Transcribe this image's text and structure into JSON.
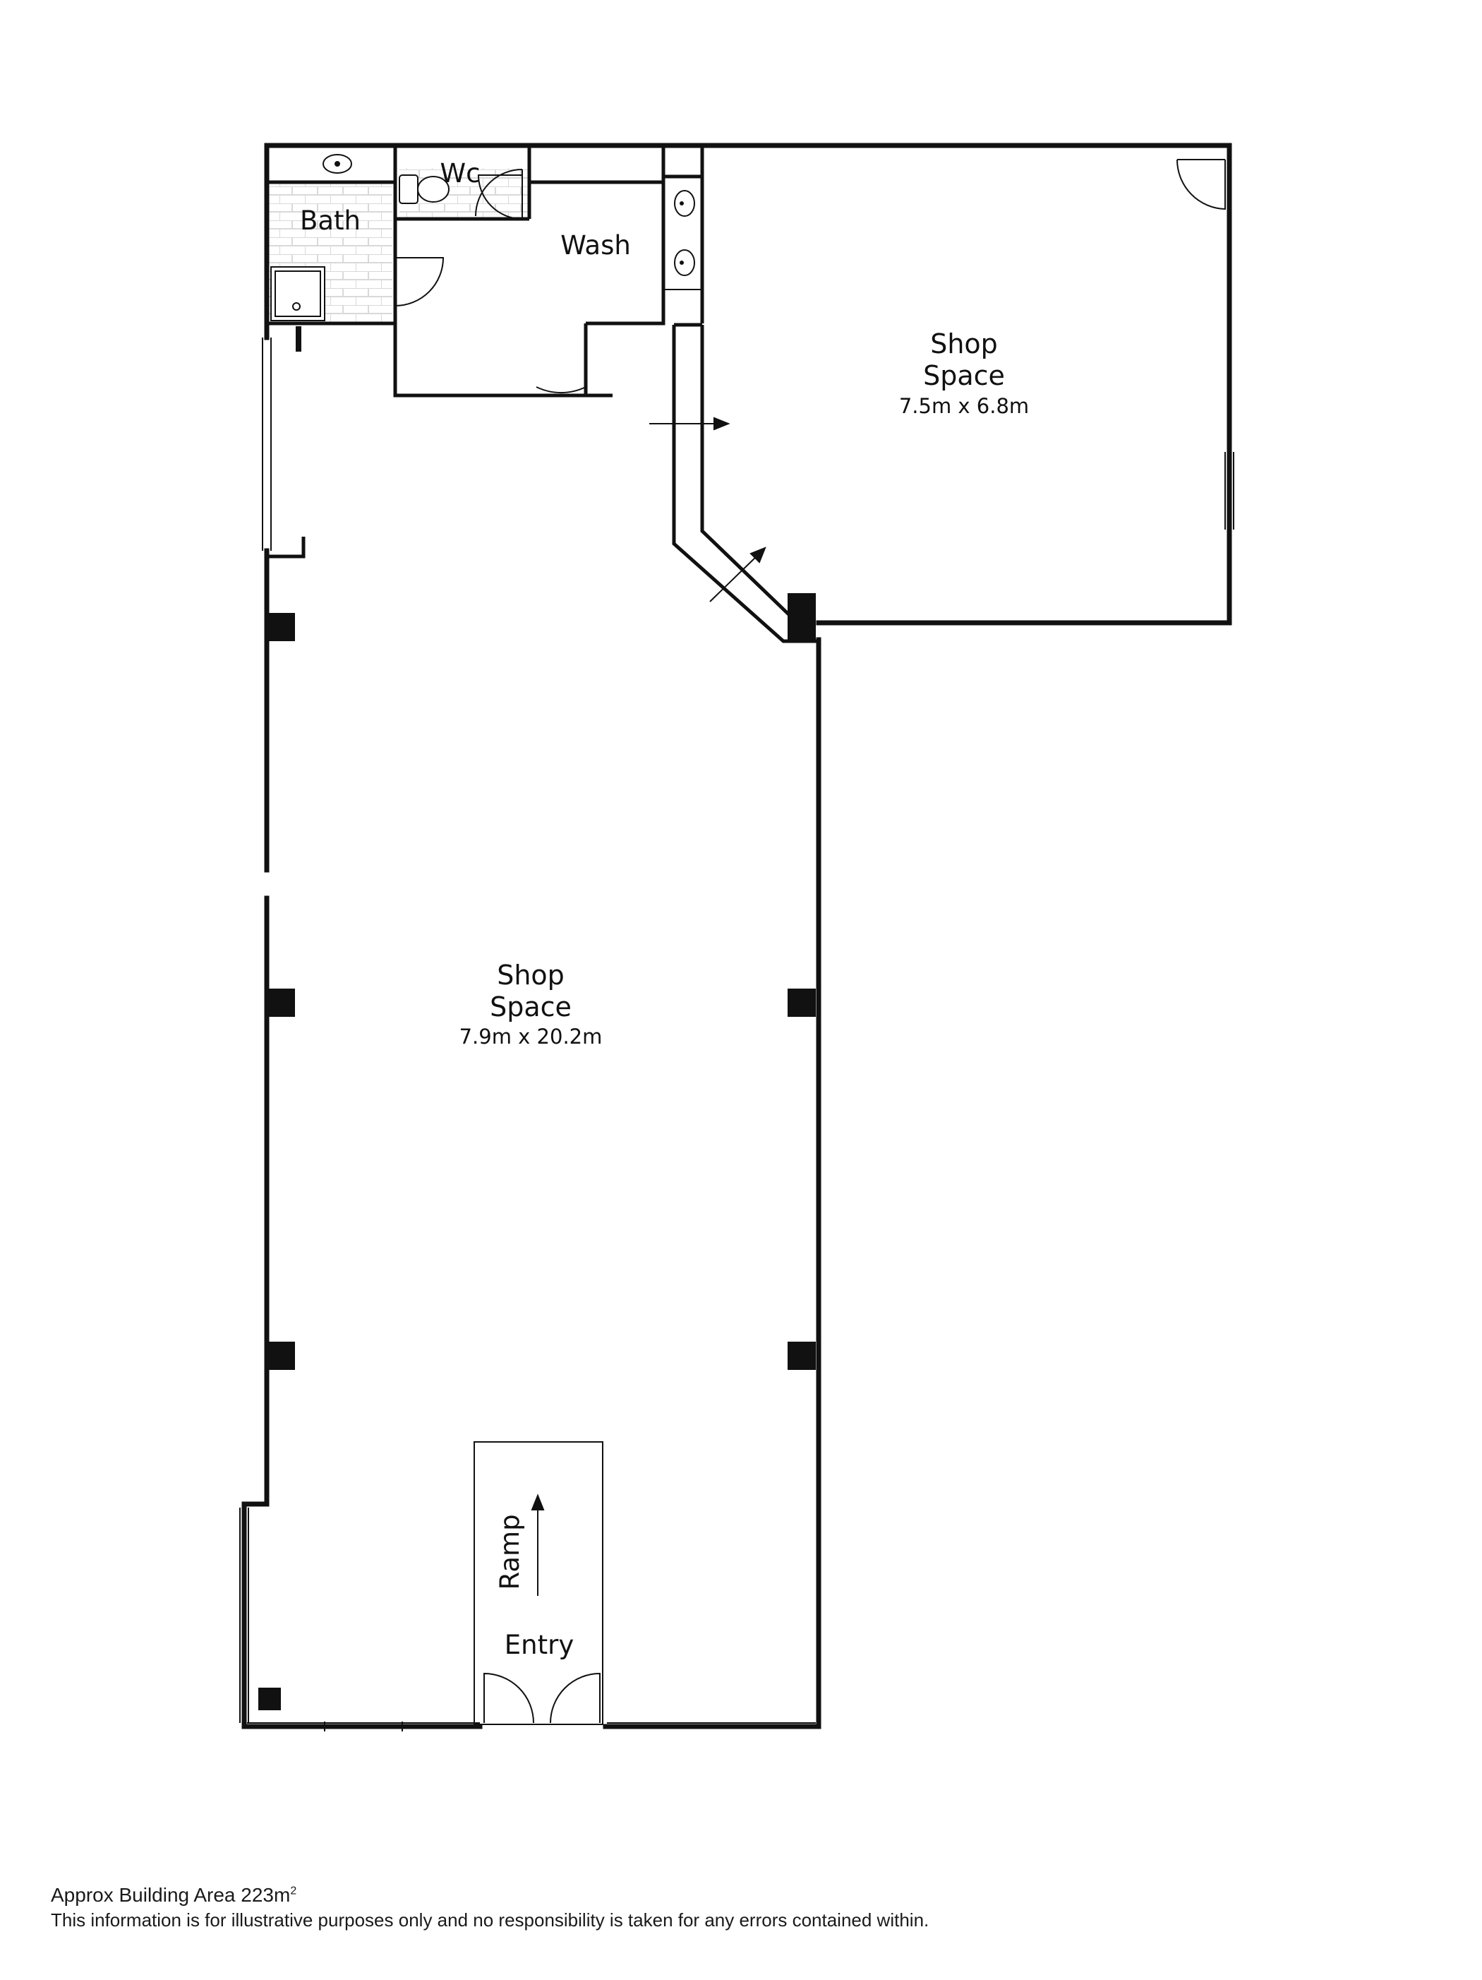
{
  "rooms": {
    "bath": "Bath",
    "wc": "Wc",
    "wash": "Wash",
    "shop_rear": {
      "line1": "Shop",
      "line2": "Space",
      "dims": "7.5m x 6.8m"
    },
    "shop_main": {
      "line1": "Shop",
      "line2": "Space",
      "dims": "7.9m x 20.2m"
    },
    "ramp": "Ramp",
    "entry": "Entry"
  },
  "footer": {
    "area_prefix": "Approx Building Area 223m",
    "area_sup": "2",
    "disclaimer": "This information is for illustrative purposes only and no responsibility is taken for any errors contained within."
  },
  "colors": {
    "wall": "#111111",
    "tile": "#d9d9d9",
    "background": "#ffffff"
  }
}
